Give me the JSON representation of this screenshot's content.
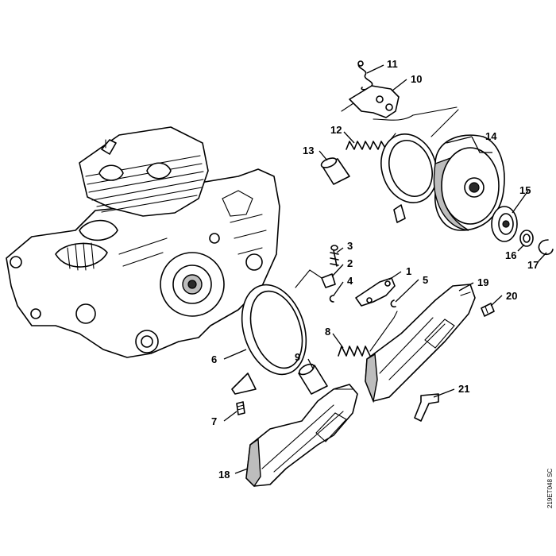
{
  "callouts": [
    {
      "num": "1"
    },
    {
      "num": "2"
    },
    {
      "num": "3"
    },
    {
      "num": "4"
    },
    {
      "num": "5"
    },
    {
      "num": "6"
    },
    {
      "num": "7"
    },
    {
      "num": "8"
    },
    {
      "num": "9"
    },
    {
      "num": "10"
    },
    {
      "num": "11"
    },
    {
      "num": "12"
    },
    {
      "num": "13"
    },
    {
      "num": "14"
    },
    {
      "num": "15"
    },
    {
      "num": "16"
    },
    {
      "num": "17"
    },
    {
      "num": "18"
    },
    {
      "num": "19"
    },
    {
      "num": "20"
    },
    {
      "num": "21"
    }
  ],
  "drawing_code": "219ET048 SC"
}
